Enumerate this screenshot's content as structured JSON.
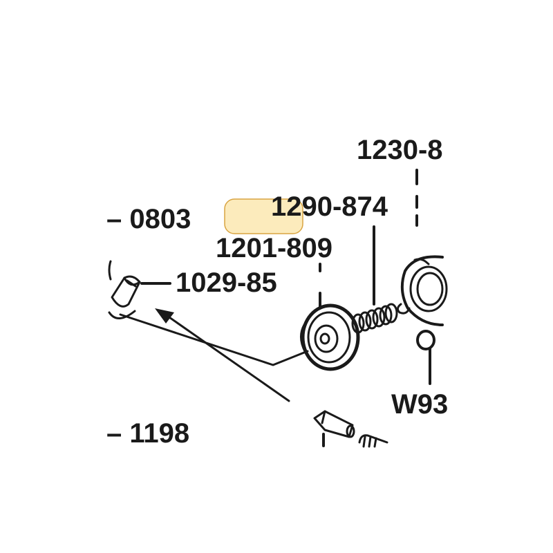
{
  "labels": {
    "l_1230": "1230-8",
    "l_1290": "1290-874",
    "l_0803": "– 0803",
    "l_1201": "1201-809",
    "l_1029": "1029-85",
    "l_w93": "W93",
    "l_1198": "– 1198"
  },
  "highlight": {
    "fill": "#fbe7b0",
    "stroke": "#d9a441"
  }
}
